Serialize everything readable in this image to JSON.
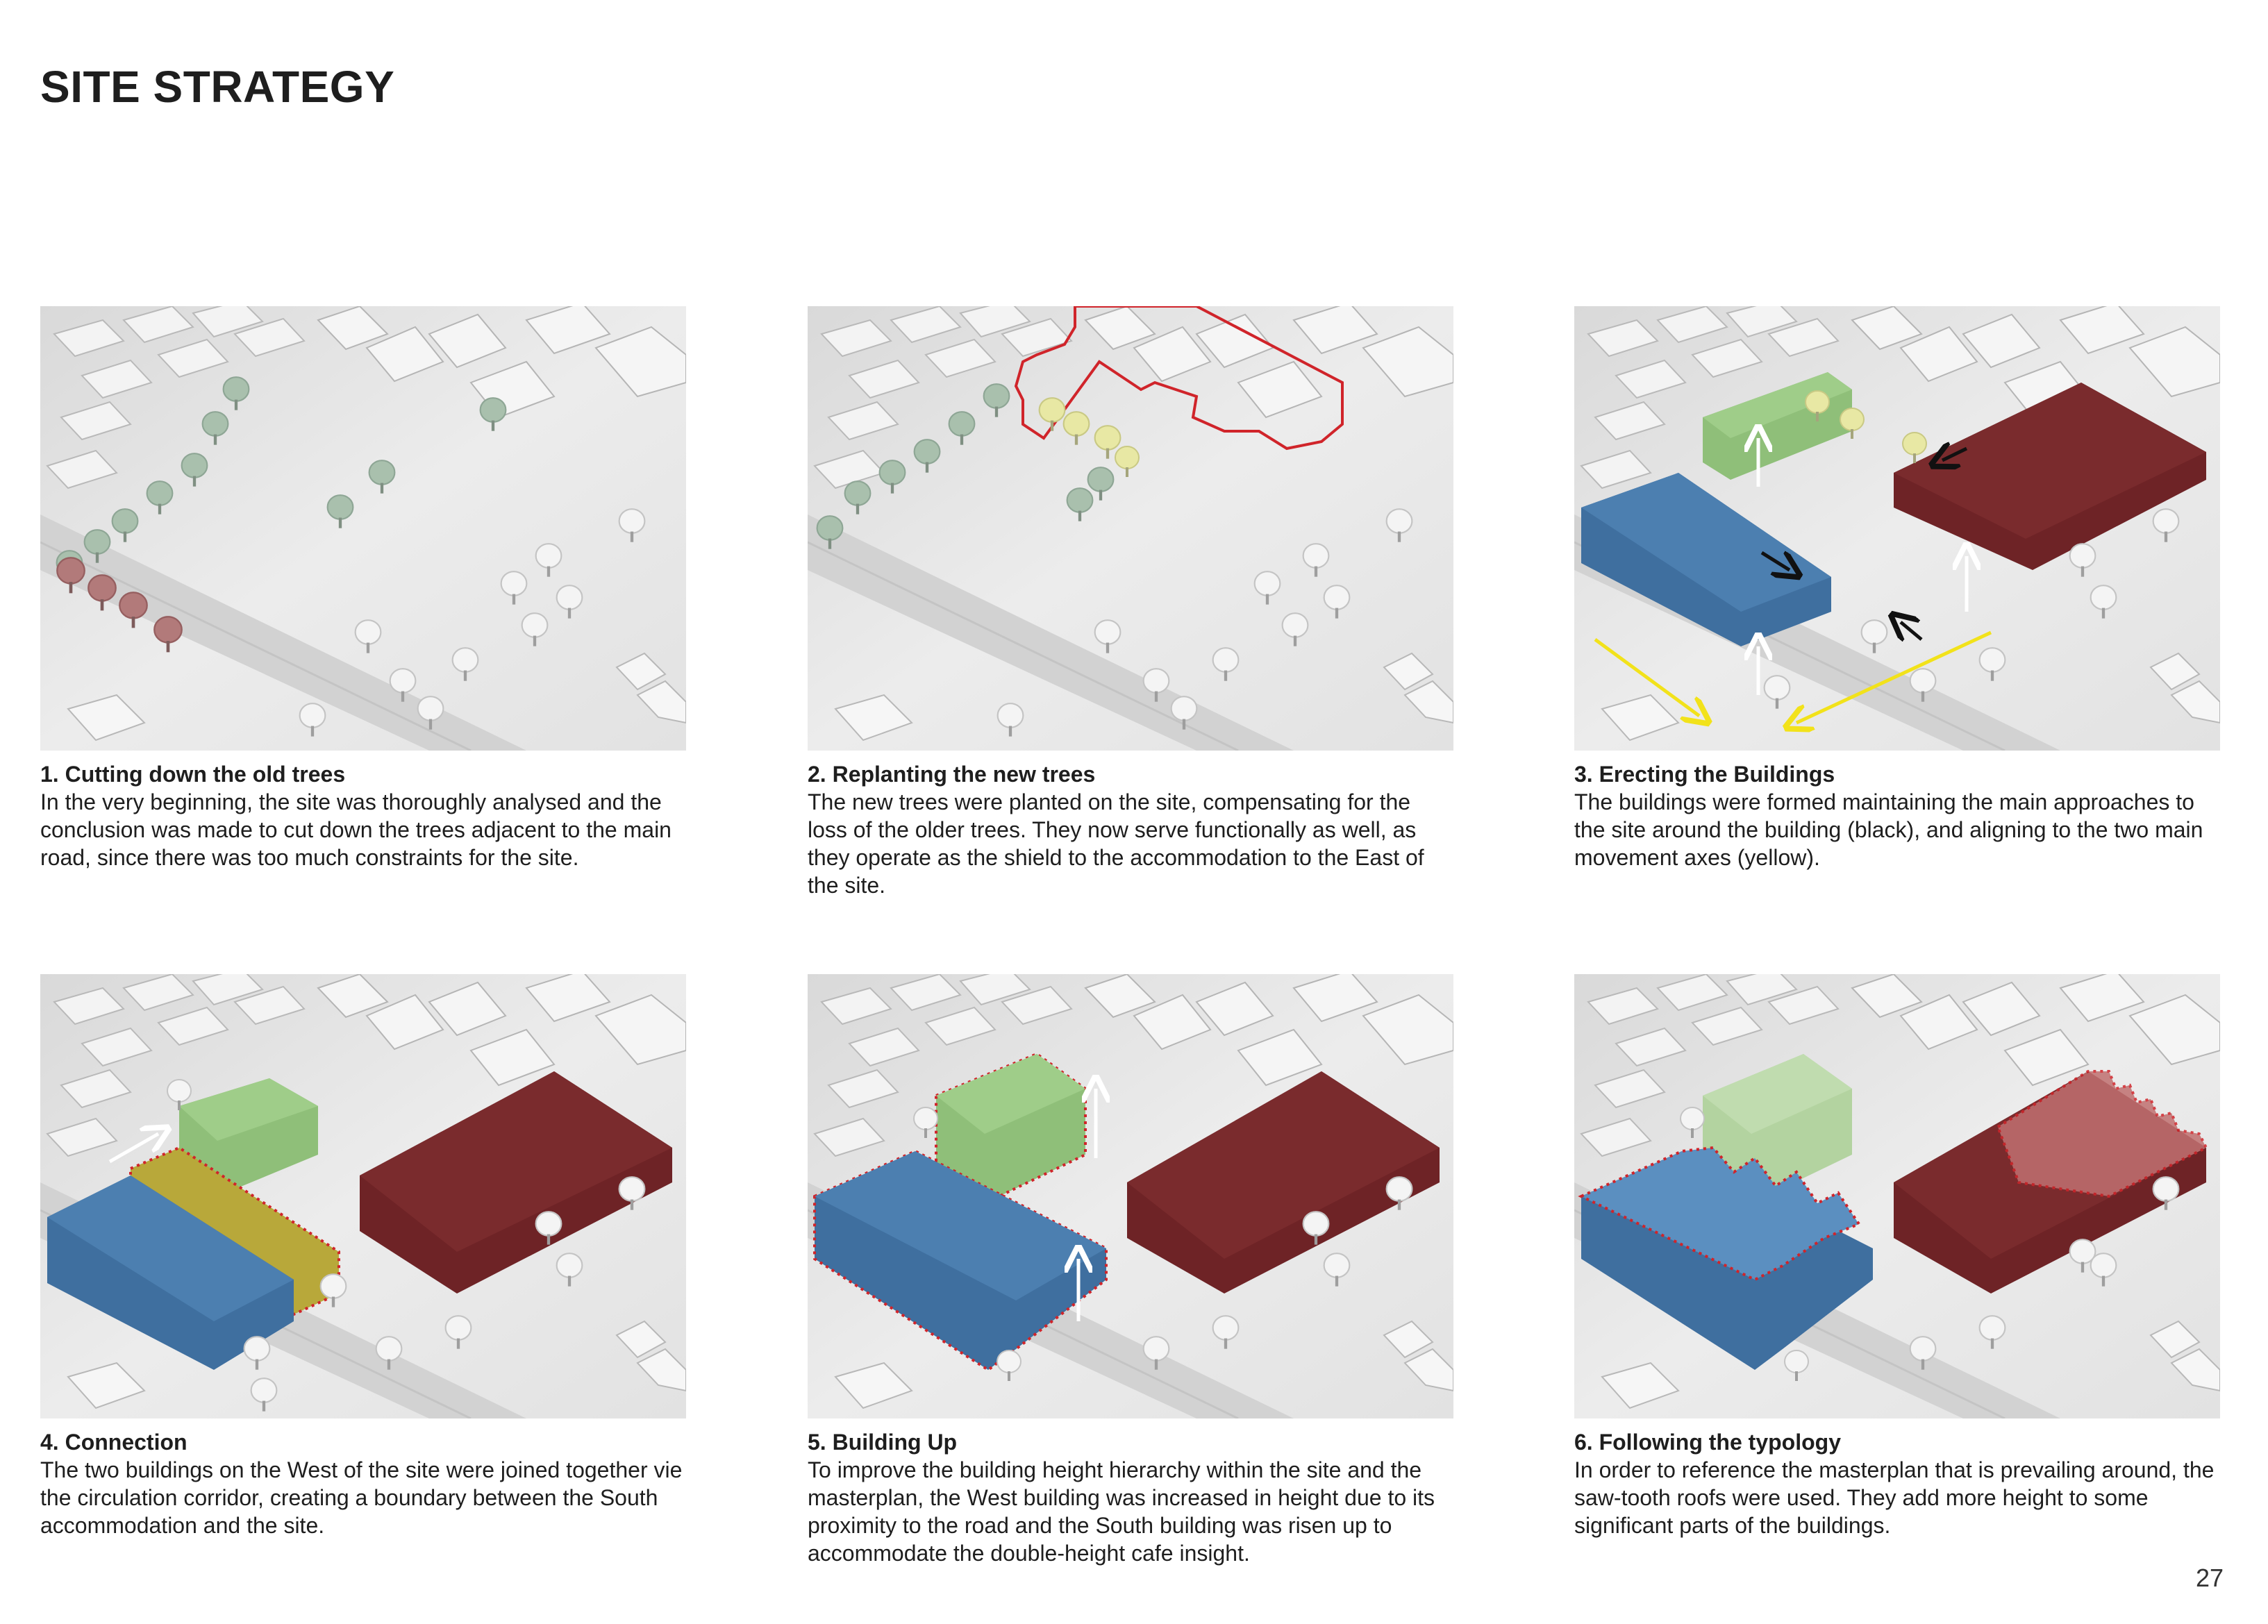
{
  "page": {
    "title": "SITE STRATEGY",
    "page_number": "27"
  },
  "steps": [
    {
      "title": "1. Cutting down the old trees",
      "body": "In the very beginning, the site was thoroughly analysed and the conclusion was made to cut down the trees adjacent to the main road, since there was too much constraints for the site."
    },
    {
      "title": "2. Replanting the new trees",
      "body": "The new trees were planted on the site, compensating for the loss of the older trees. They now serve functionally as well, as they operate as the shield to the accommodation to the East of the site."
    },
    {
      "title": "3. Erecting the Buildings",
      "body": "The buildings were formed maintaining the main approaches to the site around the building (black), and aligning to the two main movement axes (yellow)."
    },
    {
      "title": "4. Connection",
      "body": "The two buildings on the West of the site were joined together vie the circulation corridor, creating a boundary between the South accommodation and the site."
    },
    {
      "title": "5. Building Up",
      "body": "To improve the building height hierarchy within the site and the masterplan, the West building was increased in height due to its proximity to the road and the South building was risen up to accommodate the double-height cafe insight."
    },
    {
      "title": "6. Following the typology",
      "body": "In order to reference the masterplan that is prevailing around, the saw-tooth roofs were used. They add more height to some significant parts of the buildings."
    }
  ],
  "colors": {
    "west_building_blue": "#3f6f9f",
    "north_building_green": "#8fbf79",
    "south_building_red": "#7a2b2d",
    "corridor_yellow": "#b8a83a",
    "highlight_red_outline": "#d0242a",
    "movement_axis_yellow": "#f2e21a",
    "old_tree_red": "#b27a7a",
    "new_tree_yellow": "#e6e6a0"
  }
}
